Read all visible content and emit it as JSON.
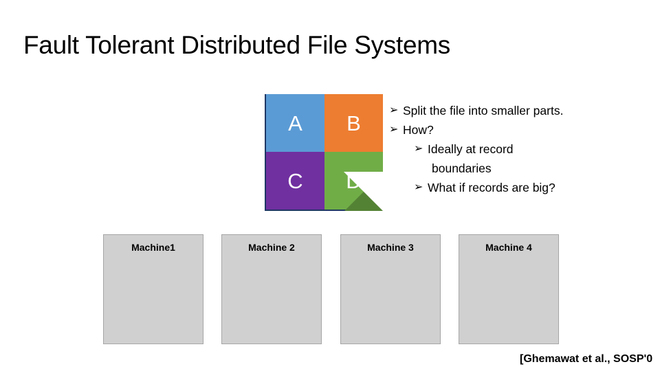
{
  "slide": {
    "title": "Fault Tolerant Distributed File Systems"
  },
  "file_graphic": {
    "name": "file-split-diagram",
    "blocks": [
      {
        "label": "A",
        "color": "#5B9BD5"
      },
      {
        "label": "B",
        "color": "#ED7D31"
      },
      {
        "label": "C",
        "color": "#7030A0"
      },
      {
        "label": "D",
        "color": "#70AD47"
      }
    ],
    "fold_color": "#548235",
    "outline_color": "#1F3864"
  },
  "bullets": [
    {
      "glyph": "➢",
      "text": "Split the file into smaller parts.",
      "level": 1
    },
    {
      "glyph": "➢",
      "text": "How?",
      "level": 1
    },
    {
      "glyph": "➢",
      "text": "Ideally at record",
      "level": 2
    },
    {
      "glyph": "",
      "text": "boundaries",
      "level": 2,
      "continuation": true
    },
    {
      "glyph": "➢",
      "text": "What if records are big?",
      "level": 2
    }
  ],
  "machines": [
    {
      "label": "Machine1"
    },
    {
      "label": "Machine 2"
    },
    {
      "label": "Machine 3"
    },
    {
      "label": "Machine 4"
    }
  ],
  "citation": {
    "text": "[Ghemawat et al., SOSP'0"
  },
  "colors": {
    "machine_fill": "#D0D0D0",
    "machine_border": "#A6A6A6",
    "background": "#FFFFFF"
  }
}
